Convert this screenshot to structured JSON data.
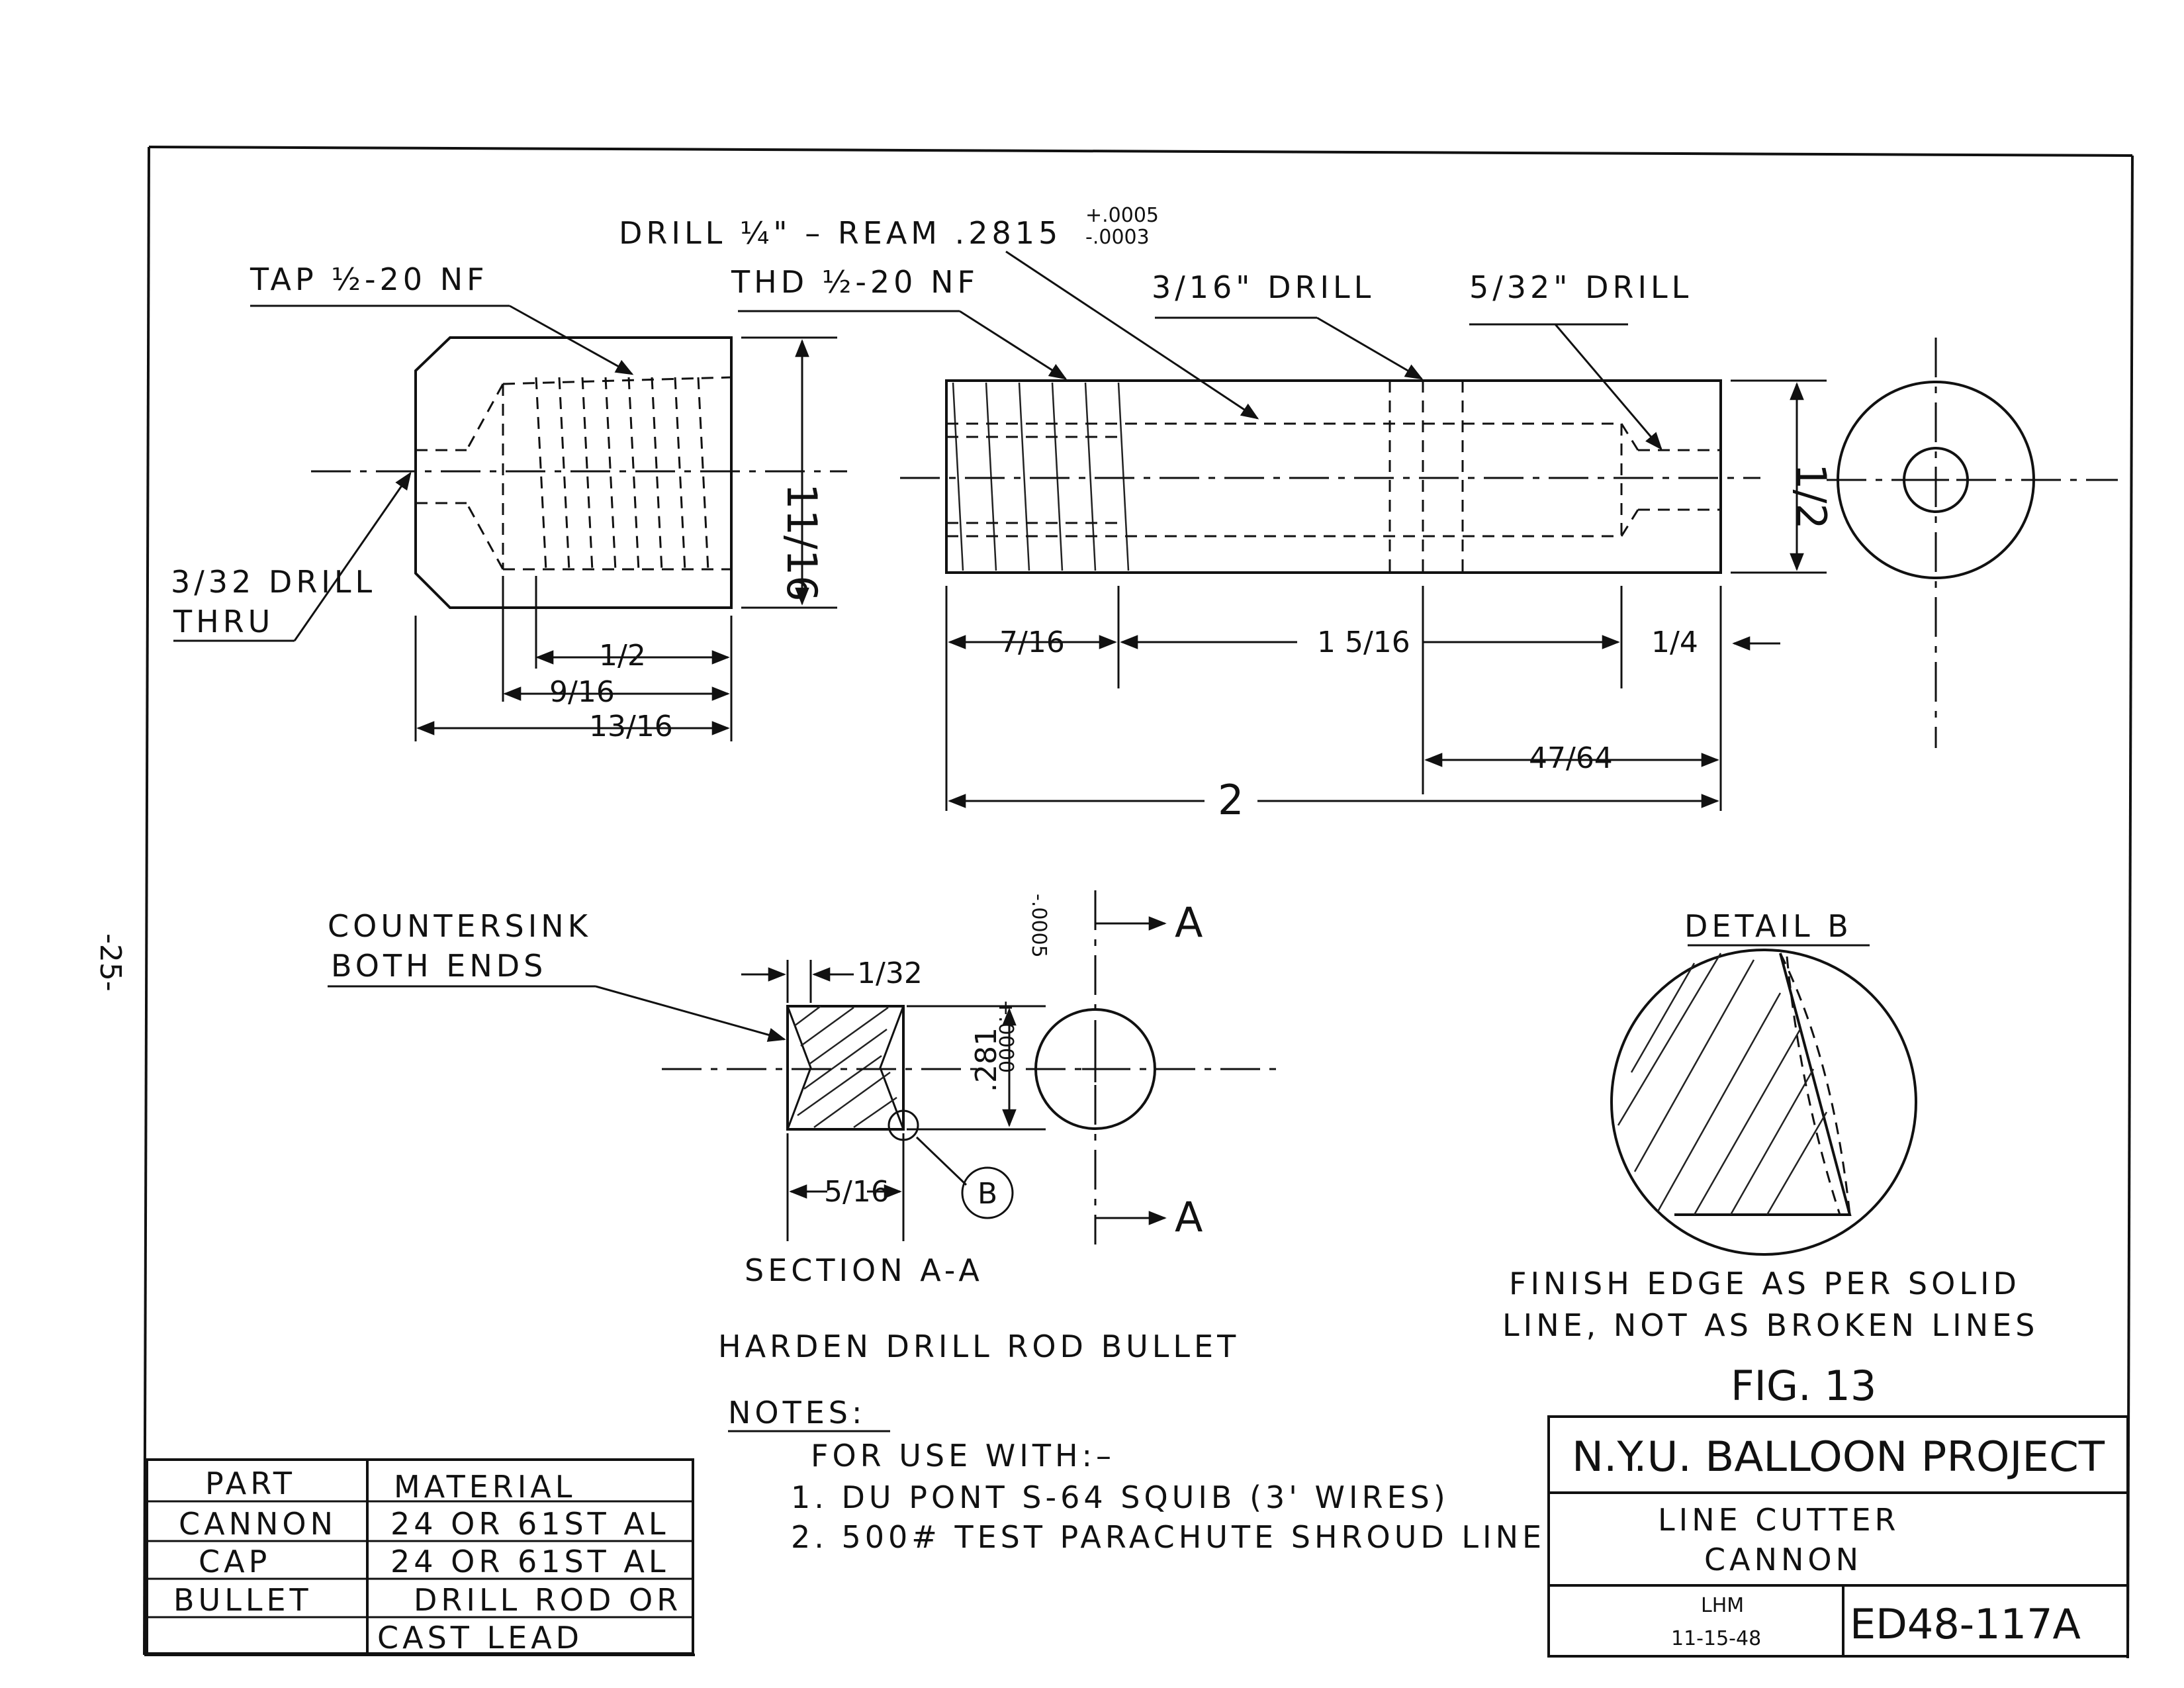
{
  "page_number": "-25-",
  "callouts": {
    "tap": "TAP ½-20 NF",
    "drill_thru_1": "3/32 DRILL",
    "drill_thru_2": "THRU",
    "drill_ream": "DRILL ¼\" – REAM .2815",
    "ream_tol_plus": "+.0005",
    "ream_tol_minus": "-.0003",
    "thd": "THD ½-20 NF",
    "drill_316": "3/16\" DRILL",
    "drill_532": "5/32\" DRILL",
    "countersink_1": "COUNTERSINK",
    "countersink_2": "BOTH ENDS"
  },
  "dims": {
    "d_11_16": "11/16",
    "d_1_2a": "1/2",
    "d_9_16": "9/16",
    "d_13_16": "13/16",
    "d_7_16": "7/16",
    "d_1_5_16": "1 5/16",
    "d_1_4": "1/4",
    "d_47_64": "47/64",
    "d_2": "2",
    "d_1_2b": "1/2",
    "d_1_32": "1/32",
    "d_5_16": "5/16",
    "d_281": ".281",
    "tol_plus": "+.0000",
    "tol_minus": "-.0005"
  },
  "section": {
    "arrow_a1": "A",
    "arrow_a2": "A",
    "detail_marker": "B",
    "section_label": "SECTION A-A",
    "bullet_label": "HARDEN DRILL ROD BULLET"
  },
  "detail": {
    "title": "DETAIL B",
    "note_1": "FINISH EDGE AS PER SOLID",
    "note_2": "LINE, NOT AS BROKEN LINES"
  },
  "figure": "FIG. 13",
  "notes": {
    "heading": "NOTES:",
    "line_0": "FOR USE WITH:–",
    "line_1": "1. DU PONT S-64 SQUIB (3' WIRES)",
    "line_2": "2. 500# TEST PARACHUTE SHROUD LINE"
  },
  "materials": {
    "headers": [
      "PART",
      "MATERIAL"
    ],
    "rows": [
      [
        "CANNON",
        "24 OR 61ST AL"
      ],
      [
        "CAP",
        "24 OR 61ST AL"
      ],
      [
        "BULLET",
        "DRILL ROD OR"
      ],
      [
        "",
        "CAST LEAD"
      ]
    ]
  },
  "title_block": {
    "project": "N.Y.U. BALLOON PROJECT",
    "part_line_1": "LINE CUTTER",
    "part_line_2": "CANNON",
    "drawn_by": "LHM",
    "date": "11-15-48",
    "dwg_no": "ED48-117A"
  }
}
